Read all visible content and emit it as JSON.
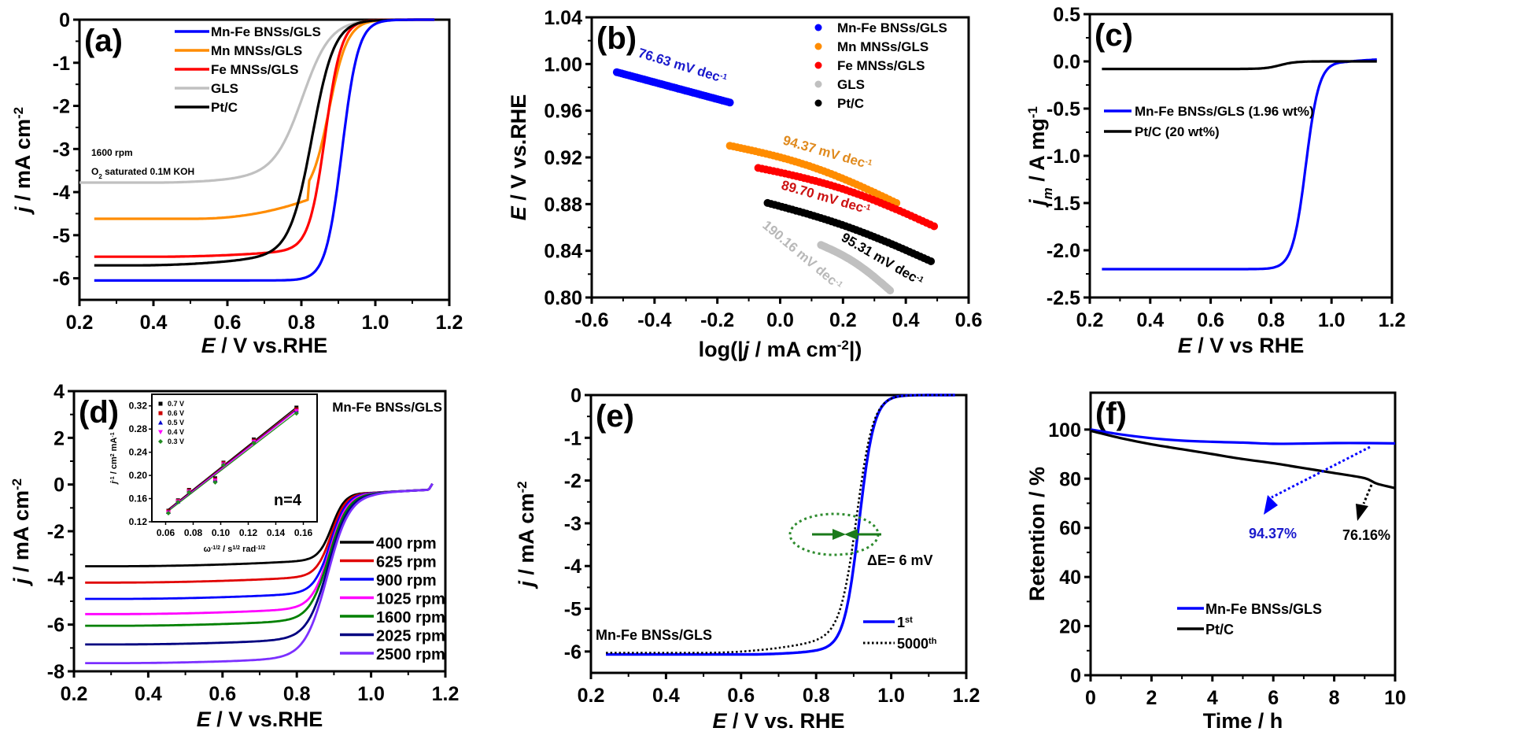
{
  "figure": {
    "panels": [
      "(a)",
      "(b)",
      "(c)",
      "(d)",
      "(e)",
      "(f)"
    ]
  },
  "chart_data": [
    {
      "id": "a",
      "type": "line",
      "panel_label": "(a)",
      "xlabel_italic": "E",
      "xlabel_rest": " / V vs.RHE",
      "ylabel_italic": "j",
      "ylabel_rest": " / mA cm",
      "ylabel_sup": "-2",
      "xlim": [
        0.2,
        1.2
      ],
      "ylim": [
        -6.5,
        0
      ],
      "xticks": [
        0.2,
        0.4,
        0.6,
        0.8,
        1.0,
        1.2
      ],
      "xtick_labels": [
        "0.2",
        "0.4",
        "0.6",
        "0.8",
        "1.0",
        "1.2"
      ],
      "yticks": [
        0,
        -1,
        -2,
        -3,
        -4,
        -5,
        -6
      ],
      "ytick_labels": [
        "0",
        "-1",
        "-2",
        "-3",
        "-4",
        "-5",
        "-6"
      ],
      "legend_position": "top-center",
      "annotations": [
        "1600 rpm",
        "O2 saturated 0.1M KOH"
      ],
      "annotation_line1": "1600 rpm",
      "annotation_line2_pre": "O",
      "annotation_line2_sub": "2",
      "annotation_line2_post": " saturated 0.1M KOH",
      "series": [
        {
          "name": "Mn-Fe BNSs/GLS",
          "color": "#0000ff",
          "start_x": 0.24,
          "end_x": 1.16,
          "limiting": -6.05,
          "half_wave": 0.91,
          "width": 0.022,
          "slope": 0.0
        },
        {
          "name": "Mn MNSs/GLS",
          "color": "#ff8c00",
          "start_x": 0.24,
          "end_x": 1.16,
          "limiting": -4.62,
          "half_wave": 0.87,
          "width": 0.03,
          "slope": 0.25,
          "second_wave": {
            "amp": -0.9,
            "center": 0.8,
            "width": 0.02
          }
        },
        {
          "name": "Fe MNSs/GLS",
          "color": "#ff0000",
          "start_x": 0.24,
          "end_x": 1.16,
          "limiting": -5.48,
          "half_wave": 0.865,
          "width": 0.022,
          "slope": 0.25
        },
        {
          "name": "GLS",
          "color": "#c0c0c0",
          "start_x": 0.2,
          "end_x": 1.16,
          "limiting": -3.78,
          "half_wave": 0.8,
          "width": 0.035,
          "slope": 0.25
        },
        {
          "name": "Pt/C",
          "color": "#000000",
          "start_x": 0.24,
          "end_x": 1.16,
          "limiting": -5.7,
          "half_wave": 0.83,
          "width": 0.03,
          "slope": 0.5
        }
      ]
    },
    {
      "id": "b",
      "type": "scatter",
      "panel_label": "(b)",
      "xlabel": "log(|j / mA cm-2|)",
      "xlabel_pre": "log(|",
      "xlabel_italic": "j",
      "xlabel_mid": " / mA cm",
      "xlabel_sup": "-2",
      "xlabel_post": "|)",
      "ylabel_italic": "E",
      "ylabel_rest": " / V vs.RHE",
      "xlim": [
        -0.6,
        0.6
      ],
      "ylim": [
        0.8,
        1.04
      ],
      "xticks": [
        -0.6,
        -0.4,
        -0.2,
        0.0,
        0.2,
        0.4,
        0.6
      ],
      "xtick_labels": [
        "-0.6",
        "-0.4",
        "-0.2",
        "0.0",
        "0.2",
        "0.4",
        "0.6"
      ],
      "yticks": [
        0.8,
        0.84,
        0.88,
        0.92,
        0.96,
        1.0,
        1.04
      ],
      "ytick_labels": [
        "0.80",
        "0.84",
        "0.88",
        "0.92",
        "0.96",
        "1.00",
        "1.04"
      ],
      "legend_position": "top-right",
      "series": [
        {
          "name": "Mn-Fe BNSs/GLS",
          "color": "#0000ff",
          "x_start": -0.52,
          "x_end": -0.16,
          "y_start": 0.993,
          "y_end": 0.967,
          "curvature": 0,
          "tafel_label": "76.63 mV dec",
          "tafel_sup": "-1",
          "tafel_slope_mV_dec": 76.63
        },
        {
          "name": "Mn MNSs/GLS",
          "color": "#ff8c00",
          "x_start": -0.16,
          "x_end": 0.37,
          "y_start": 0.93,
          "y_end": 0.881,
          "curvature": -0.006,
          "tafel_label": "94.37 mV dec",
          "tafel_sup": "-1",
          "tafel_slope_mV_dec": 94.37
        },
        {
          "name": "Fe MNSs/GLS",
          "color": "#ff0000",
          "x_start": -0.07,
          "x_end": 0.49,
          "y_start": 0.911,
          "y_end": 0.861,
          "curvature": -0.006,
          "tafel_label": "89.70 mV dec",
          "tafel_sup": "-1",
          "tafel_slope_mV_dec": 89.7
        },
        {
          "name": "GLS",
          "color": "#c0c0c0",
          "x_start": 0.13,
          "x_end": 0.35,
          "y_start": 0.845,
          "y_end": 0.806,
          "curvature": -0.004,
          "tafel_label": "190.16 mV dec",
          "tafel_sup": "-1",
          "tafel_slope_mV_dec": 190.16
        },
        {
          "name": "Pt/C",
          "color": "#000000",
          "x_start": -0.04,
          "x_end": 0.48,
          "y_start": 0.881,
          "y_end": 0.831,
          "curvature": -0.004,
          "tafel_label": "95.31 mV dec",
          "tafel_sup": "-1",
          "tafel_slope_mV_dec": 95.31
        }
      ]
    },
    {
      "id": "c",
      "type": "line",
      "panel_label": "(c)",
      "xlabel_italic": "E",
      "xlabel_rest": " / V vs RHE",
      "ylabel_italic": "j",
      "ylabel_sub": "m",
      "ylabel_rest": " / A mg",
      "ylabel_sup": "-1",
      "xlim": [
        0.2,
        1.2
      ],
      "ylim": [
        -2.5,
        0.5
      ],
      "xticks": [
        0.2,
        0.4,
        0.6,
        0.8,
        1.0,
        1.2
      ],
      "xtick_labels": [
        "0.2",
        "0.4",
        "0.6",
        "0.8",
        "1.0",
        "1.2"
      ],
      "yticks": [
        0.5,
        0.0,
        -0.5,
        -1.0,
        -1.5,
        -2.0,
        -2.5
      ],
      "ytick_labels": [
        "0.5",
        "0.0",
        "-0.5",
        "-1.0",
        "-1.5",
        "-2.0",
        "-2.5"
      ],
      "legend_position": "center-left",
      "series": [
        {
          "name": "Mn-Fe BNSs/GLS (1.96 wt%)",
          "color": "#0000ff",
          "start_x": 0.24,
          "end_x": 1.15,
          "limiting": -2.2,
          "half_wave": 0.915,
          "width": 0.022,
          "slope": 0.0
        },
        {
          "name": "Pt/C (20 wt%)",
          "color": "#000000",
          "start_x": 0.24,
          "end_x": 1.15,
          "limiting": -0.08,
          "half_wave": 0.83,
          "width": 0.025,
          "slope": 0.0
        }
      ]
    },
    {
      "id": "d",
      "type": "line",
      "panel_label": "(d)",
      "title": "Mn-Fe BNSs/GLS",
      "xlabel_italic": "E",
      "xlabel_rest": " / V vs.RHE",
      "ylabel_italic": "j",
      "ylabel_rest": " / mA cm",
      "ylabel_sup": "-2",
      "xlim": [
        0.2,
        1.2
      ],
      "ylim": [
        -8,
        4
      ],
      "xticks": [
        0.2,
        0.4,
        0.6,
        0.8,
        1.0,
        1.2
      ],
      "xtick_labels": [
        "0.2",
        "0.4",
        "0.6",
        "0.8",
        "1.0",
        "1.2"
      ],
      "yticks": [
        4,
        2,
        0,
        -2,
        -4,
        -6,
        -8
      ],
      "ytick_labels": [
        "4",
        "2",
        "0",
        "-2",
        "-4",
        "-6",
        "-8"
      ],
      "legend_position": "right",
      "series": [
        {
          "name": "400 rpm",
          "color": "#000000",
          "limiting": -3.5,
          "plateau": -0.35
        },
        {
          "name": "625 rpm",
          "color": "#e00000",
          "limiting": -4.2,
          "plateau": -0.35
        },
        {
          "name": "900 rpm",
          "color": "#0000ff",
          "limiting": -4.9,
          "plateau": -0.35
        },
        {
          "name": "1025 rpm",
          "color": "#ff00ff",
          "limiting": -5.55,
          "plateau": -0.35
        },
        {
          "name": "1600 rpm",
          "color": "#008000",
          "limiting": -6.05,
          "plateau": -0.35
        },
        {
          "name": "2025 rpm",
          "color": "#000080",
          "limiting": -6.85,
          "plateau": -0.35
        },
        {
          "name": "2500 rpm",
          "color": "#7b2fff",
          "limiting": -7.65,
          "plateau": -0.35
        }
      ],
      "inset": {
        "type": "scatter",
        "xlabel": "ω-1/2 / s1/2 rad-1/2",
        "xlabel_pre": "ω",
        "xlabel_sup1": "-1/2",
        "xlabel_mid": " / s",
        "xlabel_sup2": "1/2",
        "xlabel_mid2": " rad",
        "xlabel_sup3": "-1/2",
        "ylabel": "j-1 / cm2 mA-1",
        "ylabel_italic": "j",
        "ylabel_sup1": "-1",
        "ylabel_mid": " / cm",
        "ylabel_sup2": "2",
        "ylabel_mid2": " mA",
        "ylabel_sup3": "-1",
        "xlim": [
          0.05,
          0.17
        ],
        "ylim": [
          0.12,
          0.34
        ],
        "xticks": [
          0.06,
          0.08,
          0.1,
          0.12,
          0.14,
          0.16
        ],
        "xtick_labels": [
          "0.06",
          "0.08",
          "0.10",
          "0.12",
          "0.14",
          "0.16"
        ],
        "yticks": [
          0.12,
          0.16,
          0.2,
          0.24,
          0.28,
          0.32
        ],
        "ytick_labels": [
          "0.12",
          "0.16",
          "0.20",
          "0.24",
          "0.28",
          "0.32"
        ],
        "annotation": "n=4",
        "x": [
          0.062,
          0.069,
          0.077,
          0.096,
          0.102,
          0.124,
          0.155
        ],
        "series": [
          {
            "name": "0.7 V",
            "color": "#000000",
            "marker": "square",
            "values": [
              0.139,
              0.157,
              0.175,
              0.195,
              0.222,
              0.262,
              0.317
            ]
          },
          {
            "name": "0.6 V",
            "color": "#cc0000",
            "marker": "square",
            "values": [
              0.138,
              0.156,
              0.174,
              0.193,
              0.221,
              0.26,
              0.314
            ]
          },
          {
            "name": "0.5 V",
            "color": "#0000cc",
            "marker": "triangle-up",
            "values": [
              0.137,
              0.155,
              0.173,
              0.192,
              0.22,
              0.259,
              0.312
            ]
          },
          {
            "name": "0.4 V",
            "color": "#ff00ff",
            "marker": "triangle-down",
            "values": [
              0.136,
              0.155,
              0.172,
              0.191,
              0.219,
              0.258,
              0.311
            ]
          },
          {
            "name": "0.3 V",
            "color": "#228b22",
            "marker": "diamond",
            "values": [
              0.135,
              0.154,
              0.171,
              0.188,
              0.218,
              0.256,
              0.307
            ]
          }
        ]
      }
    },
    {
      "id": "e",
      "type": "line",
      "panel_label": "(e)",
      "xlabel_italic": "E",
      "xlabel_rest": " / V vs. RHE",
      "ylabel_italic": "j",
      "ylabel_rest": " / mA cm",
      "ylabel_sup": "-2",
      "xlim": [
        0.2,
        1.2
      ],
      "ylim": [
        -6.5,
        0
      ],
      "xticks": [
        0.2,
        0.4,
        0.6,
        0.8,
        1.0,
        1.2
      ],
      "xtick_labels": [
        "0.2",
        "0.4",
        "0.6",
        "0.8",
        "1.0",
        "1.2"
      ],
      "yticks": [
        0,
        -1,
        -2,
        -3,
        -4,
        -5,
        -6
      ],
      "ytick_labels": [
        "0",
        "-1",
        "-2",
        "-3",
        "-4",
        "-5",
        "-6"
      ],
      "legend_position": "bottom-right",
      "sample_label": "Mn-Fe BNSs/GLS",
      "delta_label": "ΔE= 6 mV",
      "delta_mV": 6,
      "series": [
        {
          "name": "1st",
          "name_base": "1",
          "name_sup": "st",
          "color": "#0000ff",
          "style": "solid",
          "start_x": 0.24,
          "end_x": 1.17,
          "limiting": -6.07,
          "half_wave": 0.915,
          "width": 0.02
        },
        {
          "name": "5000th",
          "name_base": "5000",
          "name_sup": "th",
          "color": "#000000",
          "style": "dotted",
          "start_x": 0.24,
          "end_x": 1.17,
          "limiting": -6.03,
          "half_wave": 0.909,
          "width": 0.022
        }
      ]
    },
    {
      "id": "f",
      "type": "line",
      "panel_label": "(f)",
      "xlabel": "Time / h",
      "ylabel": "Retention / %",
      "xlim": [
        0,
        10
      ],
      "ylim": [
        0,
        115
      ],
      "xticks": [
        0,
        2,
        4,
        6,
        8,
        10
      ],
      "xtick_labels": [
        "0",
        "2",
        "4",
        "6",
        "8",
        "10"
      ],
      "yticks": [
        0,
        20,
        40,
        60,
        80,
        100
      ],
      "ytick_labels": [
        "0",
        "20",
        "40",
        "60",
        "80",
        "100"
      ],
      "legend_position": "bottom-center",
      "series": [
        {
          "name": "Mn-Fe BNSs/GLS",
          "color": "#0000ff",
          "x": [
            0,
            1,
            2,
            3,
            4,
            5,
            6,
            7,
            8,
            9,
            10
          ],
          "values": [
            100,
            98,
            96.5,
            95.5,
            95,
            94.7,
            94.2,
            94.3,
            94.5,
            94.5,
            94.37
          ]
        },
        {
          "name": "Pt/C",
          "color": "#000000",
          "x": [
            0,
            1,
            2,
            3,
            4,
            5,
            6,
            7,
            8,
            9,
            9.4,
            10
          ],
          "values": [
            99.5,
            96.5,
            94,
            92,
            90,
            88,
            86.3,
            84.3,
            82.3,
            80.2,
            78,
            76.16
          ]
        }
      ],
      "annotations": [
        {
          "text": "94.37%",
          "color": "#1a1acc",
          "value": 94.37
        },
        {
          "text": "76.16%",
          "color": "#000000",
          "value": 76.16
        }
      ]
    }
  ]
}
